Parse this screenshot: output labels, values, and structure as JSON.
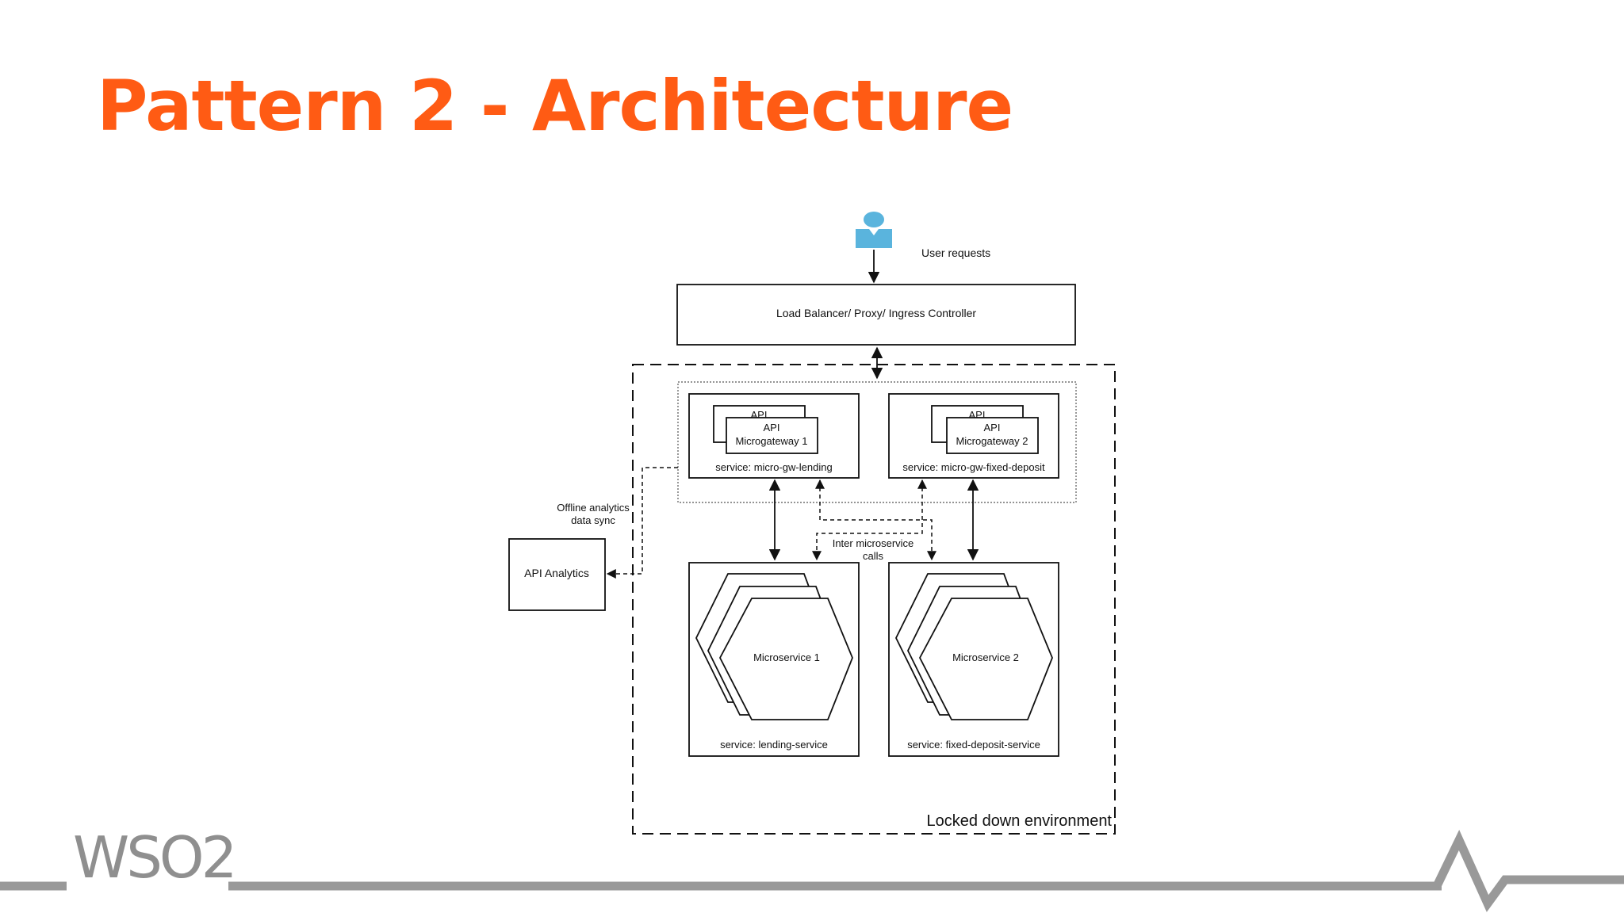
{
  "slide": {
    "title": "Pattern 2 - Architecture"
  },
  "diagram": {
    "user_requests": "User requests",
    "load_balancer": "Load Balancer/ Proxy/ Ingress Controller",
    "gateway_1": {
      "back_label": "API",
      "label_line1": "API",
      "label_line2": "Microgateway 1",
      "service": "service: micro-gw-lending"
    },
    "gateway_2": {
      "back_label": "API",
      "label_line1": "API",
      "label_line2": "Microgateway 2",
      "service": "service: micro-gw-fixed-deposit"
    },
    "offline_sync_line1": "Offline analytics",
    "offline_sync_line2": "data sync",
    "api_analytics": "API Analytics",
    "inter_calls_line1": "Inter microservice",
    "inter_calls_line2": "calls",
    "microservice_1": {
      "label": "Microservice 1",
      "service": "service: lending-service"
    },
    "microservice_2": {
      "label": "Microservice 2",
      "service": "service: fixed-deposit-service"
    },
    "environment": "Locked down environment"
  },
  "footer": {
    "logo_text": "WSO2"
  },
  "colors": {
    "title": "#ff5b14",
    "user_icon": "#5ab4dd",
    "footer_line": "#999999"
  }
}
